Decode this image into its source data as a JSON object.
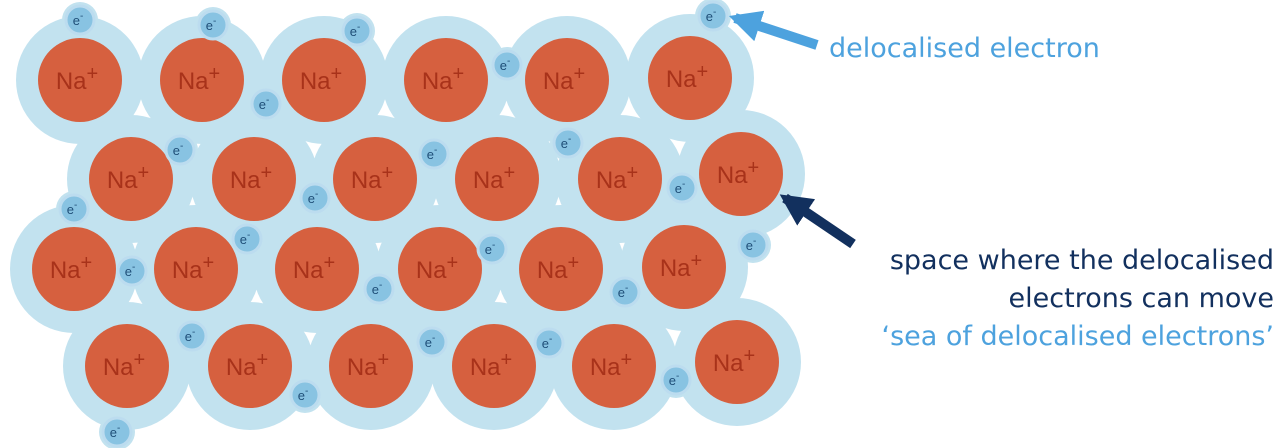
{
  "colors": {
    "sea": "#c2e2ef",
    "ion": "#d6603f",
    "ion_text": "#a8321a",
    "electron_fill": "#88c3e2",
    "electron_ring": "#bcdcef",
    "electron_text": "#1f4f78",
    "light_blue_label": "#4da2de",
    "dark_blue_label": "#12305e"
  },
  "ion": {
    "symbol": "Na",
    "charge": "+"
  },
  "electron": {
    "symbol": "e",
    "charge": "-"
  },
  "labels": {
    "delocalised_electron": "delocalised electron",
    "space_line1": "space where the delocalised",
    "space_line2": "electrons can move",
    "space_line3": "‘sea of delocalised electrons’"
  }
}
